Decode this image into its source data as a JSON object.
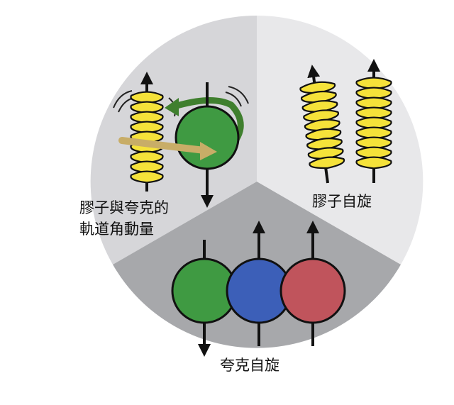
{
  "sectors": {
    "gluon_orbital": {
      "label_lines": [
        "膠子與夸克的",
        "軌道角動量"
      ],
      "fill": "#d6d6d9"
    },
    "gluon_spin": {
      "label": "膠子自旋",
      "fill": "#e8e8ea"
    },
    "quark_spin": {
      "label": "夸克自旋",
      "fill": "#a7a8ab"
    }
  },
  "quark_colors": [
    "#3f9a42",
    "#3c5fb8",
    "#c0545c"
  ],
  "gluon_color": "#f5e23a",
  "orbit_arrow_colors": [
    "#c8ad67",
    "#3f7f2e"
  ]
}
